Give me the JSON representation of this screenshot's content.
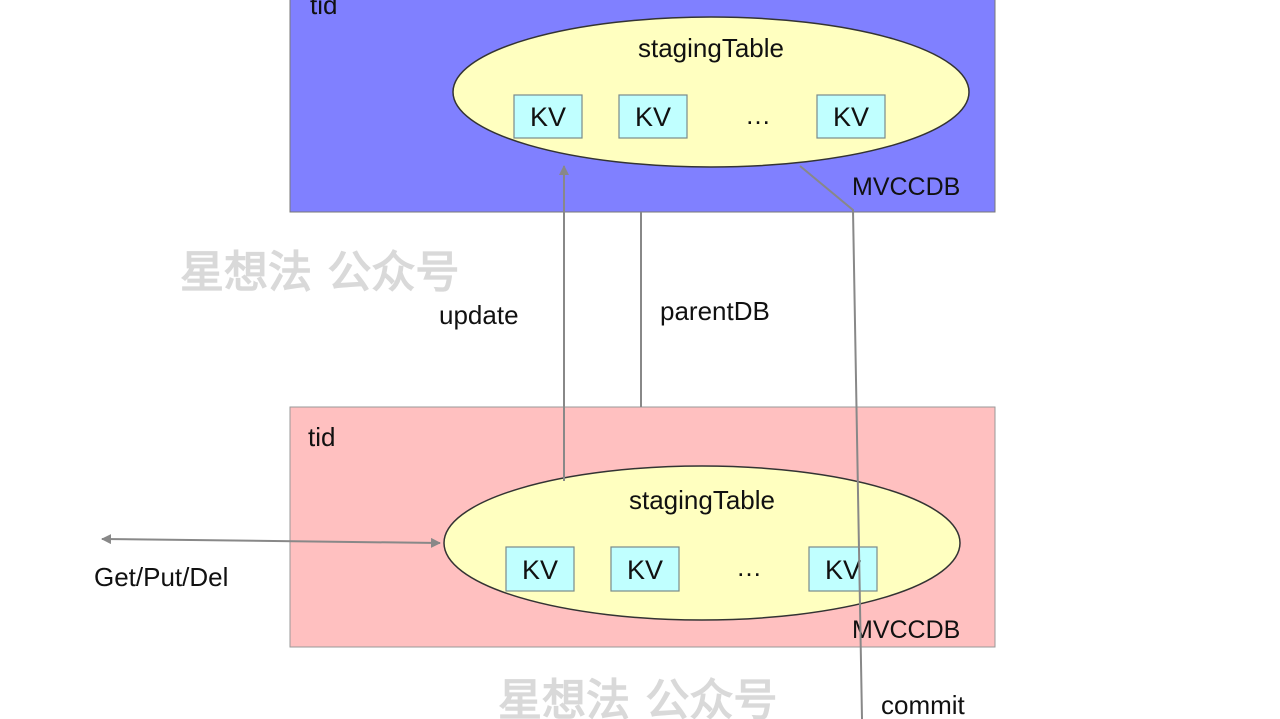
{
  "colors": {
    "upper_box": "#8080ff",
    "lower_box": "#ffc0c0",
    "ellipse": "#ffffc0",
    "kv_box": "#c0ffff",
    "line": "#888888",
    "watermark": "#d9d9d9"
  },
  "upper_db": {
    "tid_label": "tid",
    "db_label": "MVCCDB",
    "staging_table": {
      "title": "stagingTable",
      "entries": [
        "KV",
        "KV",
        "…",
        "KV"
      ]
    }
  },
  "lower_db": {
    "tid_label": "tid",
    "db_label": "MVCCDB",
    "staging_table": {
      "title": "stagingTable",
      "entries": [
        "KV",
        "KV",
        "…",
        "KV"
      ]
    }
  },
  "edges": {
    "update": "update",
    "parent_db": "parentDB",
    "commit": "commit",
    "client_ops": "Get/Put/Del"
  },
  "watermarks": [
    "星想法 公众号",
    "星想法 公众号"
  ]
}
